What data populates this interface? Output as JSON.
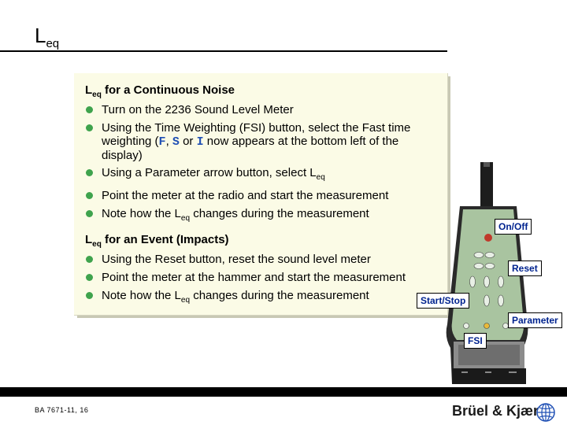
{
  "title": {
    "main": "L",
    "sub": "eq"
  },
  "section1": {
    "head_main": "L",
    "head_sub": "eq",
    "head_rest": " for a Continuous Noise",
    "b1": "Turn on the 2236 Sound Level Meter",
    "b2_a": "Using the Time Weighting (FSI) button, select the Fast time weighting (",
    "b2_f": "F",
    "b2_comma": ", ",
    "b2_s": "S",
    "b2_or": " or ",
    "b2_i": "I",
    "b2_b": " now appears at the bottom left of the display)",
    "b3_a": "Using a Parameter arrow button, select L",
    "b3_sub": "eq",
    "b4": "Point the meter at the radio and start the measurement",
    "b5_a": "Note how the L",
    "b5_sub": "eq",
    "b5_b": " changes during the measurement"
  },
  "section2": {
    "head_main": "L",
    "head_sub": "eq",
    "head_rest": " for an Event (Impacts)",
    "b1": "Using the Reset button, reset the sound level meter",
    "b2": "Point the meter at the hammer and start the measurement",
    "b3_a": "Note how the L",
    "b3_sub": "eq",
    "b3_b": " changes during the measurement"
  },
  "labels": {
    "on_off": "On/Off",
    "reset": "Reset",
    "start_stop": "Start/Stop",
    "parameter": "Parameter",
    "fsi": "FSI"
  },
  "footer": {
    "code": "BA 7671-11, 16",
    "brand": "Brüel & Kjær"
  },
  "colors": {
    "bullet": "#3fa34d",
    "label_text": "#00238f",
    "panel_bg": "#fbfbe6",
    "mono_text": "#1f4fb4"
  }
}
